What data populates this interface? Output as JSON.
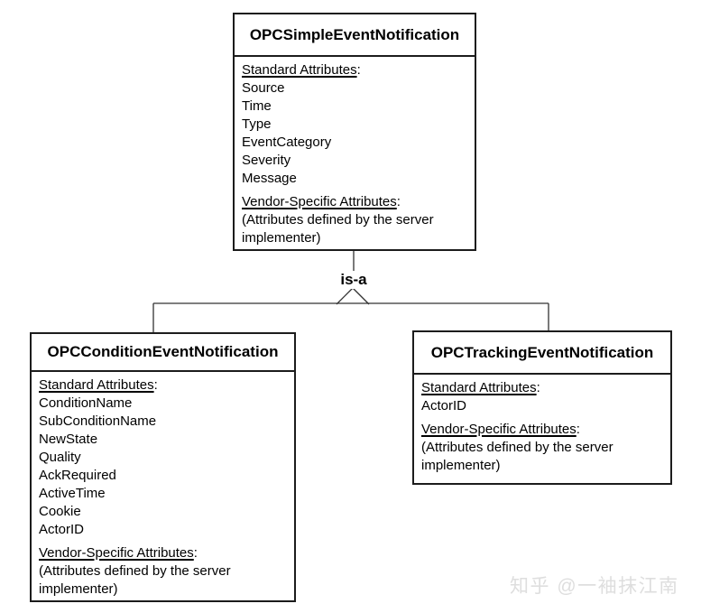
{
  "diagram": {
    "relationship_label": "is-a",
    "punctuation": {
      "colon": ":"
    },
    "classes": [
      {
        "title": "OPCSimpleEventNotification",
        "sections": [
          {
            "heading": "Standard Attributes",
            "items": [
              "Source",
              "Time",
              "Type",
              "EventCategory",
              "Severity",
              "Message"
            ]
          },
          {
            "heading": "Vendor-Specific Attributes",
            "items": [
              "(Attributes defined by the server implementer)"
            ]
          }
        ]
      },
      {
        "title": "OPCConditionEventNotification",
        "sections": [
          {
            "heading": "Standard Attributes",
            "items": [
              "ConditionName",
              "SubConditionName",
              "NewState",
              "Quality",
              "AckRequired",
              "ActiveTime",
              "Cookie",
              "ActorID"
            ]
          },
          {
            "heading": "Vendor-Specific Attributes",
            "items": [
              "(Attributes defined by the server implementer)"
            ]
          }
        ]
      },
      {
        "title": "OPCTrackingEventNotification",
        "sections": [
          {
            "heading": "Standard Attributes",
            "items": [
              "ActorID"
            ]
          },
          {
            "heading": "Vendor-Specific Attributes",
            "items": [
              "(Attributes defined by the server implementer)"
            ]
          }
        ]
      }
    ]
  },
  "watermark": {
    "text": "知乎 @一袖抹江南"
  },
  "colors": {
    "background": "#ffffff",
    "border": "#1c1c1c",
    "text": "#000000",
    "connector_line": "#333333",
    "watermark": "#dedede"
  }
}
